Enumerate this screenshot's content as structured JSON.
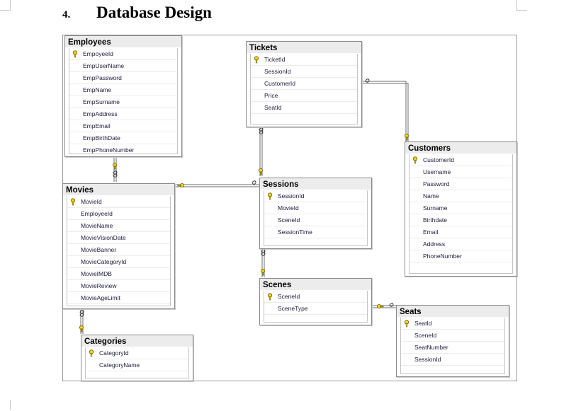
{
  "section_number": "4.",
  "section_title": "Database Design",
  "tables": {
    "employees": {
      "name": "Employees",
      "columns": [
        "EmpoyeeId",
        "EmpUserName",
        "EmpPassword",
        "EmpName",
        "EmpSurname",
        "EmpAddress",
        "EmpEmail",
        "EmpBirthDate",
        "EmpPhoneNumber"
      ],
      "primary_key": "EmpoyeeId"
    },
    "tickets": {
      "name": "Tickets",
      "columns": [
        "TicketId",
        "SessionId",
        "CustomerId",
        "Price",
        "SeatId"
      ],
      "primary_key": "TicketId"
    },
    "customers": {
      "name": "Customers",
      "columns": [
        "CustomerId",
        "Username",
        "Password",
        "Name",
        "Surname",
        "Birthdate",
        "Email",
        "Address",
        "PhoneNumber"
      ],
      "primary_key": "CustomerId"
    },
    "movies": {
      "name": "Movies",
      "columns": [
        "MovieId",
        "EmployeeId",
        "MovieName",
        "MovieVisionDate",
        "MovieBanner",
        "MovieCategoryId",
        "MovieIMDB",
        "MovieReview",
        "MovieAgeLimit"
      ],
      "primary_key": "MovieId"
    },
    "sessions": {
      "name": "Sessions",
      "columns": [
        "SessionId",
        "MovieId",
        "SceneId",
        "SessionTime"
      ],
      "primary_key": "SessionId"
    },
    "scenes": {
      "name": "Scenes",
      "columns": [
        "SceneId",
        "SceneType"
      ],
      "primary_key": "SceneId"
    },
    "seats": {
      "name": "Seats",
      "columns": [
        "SeatId",
        "SceneId",
        "SeatNumber",
        "SessionId"
      ],
      "primary_key": "SeatId"
    },
    "categories": {
      "name": "Categories",
      "columns": [
        "CategoryId",
        "CategoryName"
      ],
      "primary_key": "CategoryId"
    }
  },
  "relationships": [
    {
      "one": "Employees",
      "many": "Movies"
    },
    {
      "one": "Movies",
      "many": "Sessions"
    },
    {
      "one": "Sessions",
      "many": "Tickets"
    },
    {
      "one": "Customers",
      "many": "Tickets"
    },
    {
      "one": "Scenes",
      "many": "Sessions"
    },
    {
      "one": "Scenes",
      "many": "Seats"
    },
    {
      "one": "Categories",
      "many": "Movies"
    }
  ],
  "colors": {
    "key_fill": "#f2d51c",
    "key_stroke": "#6b5a00",
    "title_bg": "#ececec",
    "line": "#6e6e6e"
  }
}
